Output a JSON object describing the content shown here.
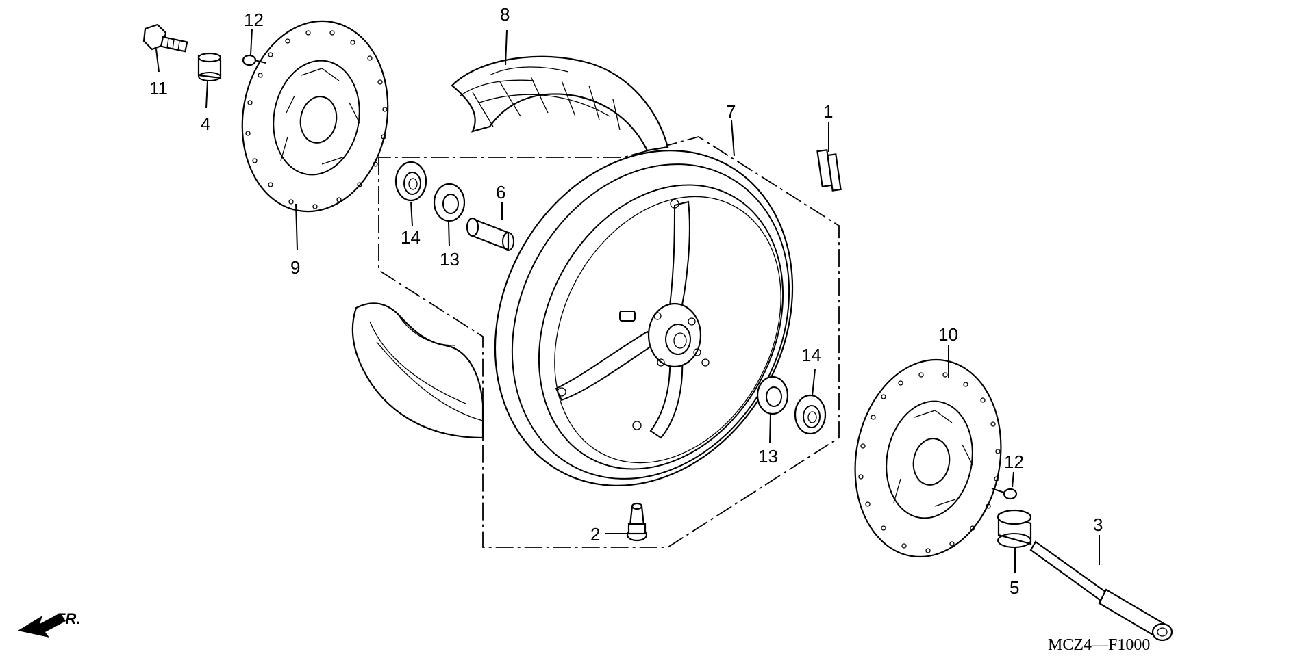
{
  "diagram_code": "MCZ4—F1000",
  "direction_label": "FR.",
  "callouts": [
    {
      "id": "c1",
      "text": "1"
    },
    {
      "id": "c2",
      "text": "2"
    },
    {
      "id": "c3",
      "text": "3"
    },
    {
      "id": "c4",
      "text": "4"
    },
    {
      "id": "c5",
      "text": "5"
    },
    {
      "id": "c6",
      "text": "6"
    },
    {
      "id": "c7",
      "text": "7"
    },
    {
      "id": "c8",
      "text": "8"
    },
    {
      "id": "c9",
      "text": "9"
    },
    {
      "id": "c10",
      "text": "10"
    },
    {
      "id": "c11",
      "text": "11"
    },
    {
      "id": "c12a",
      "text": "12"
    },
    {
      "id": "c12b",
      "text": "12"
    },
    {
      "id": "c13a",
      "text": "13"
    },
    {
      "id": "c13b",
      "text": "13"
    },
    {
      "id": "c14a",
      "text": "14"
    },
    {
      "id": "c14b",
      "text": "14"
    }
  ]
}
